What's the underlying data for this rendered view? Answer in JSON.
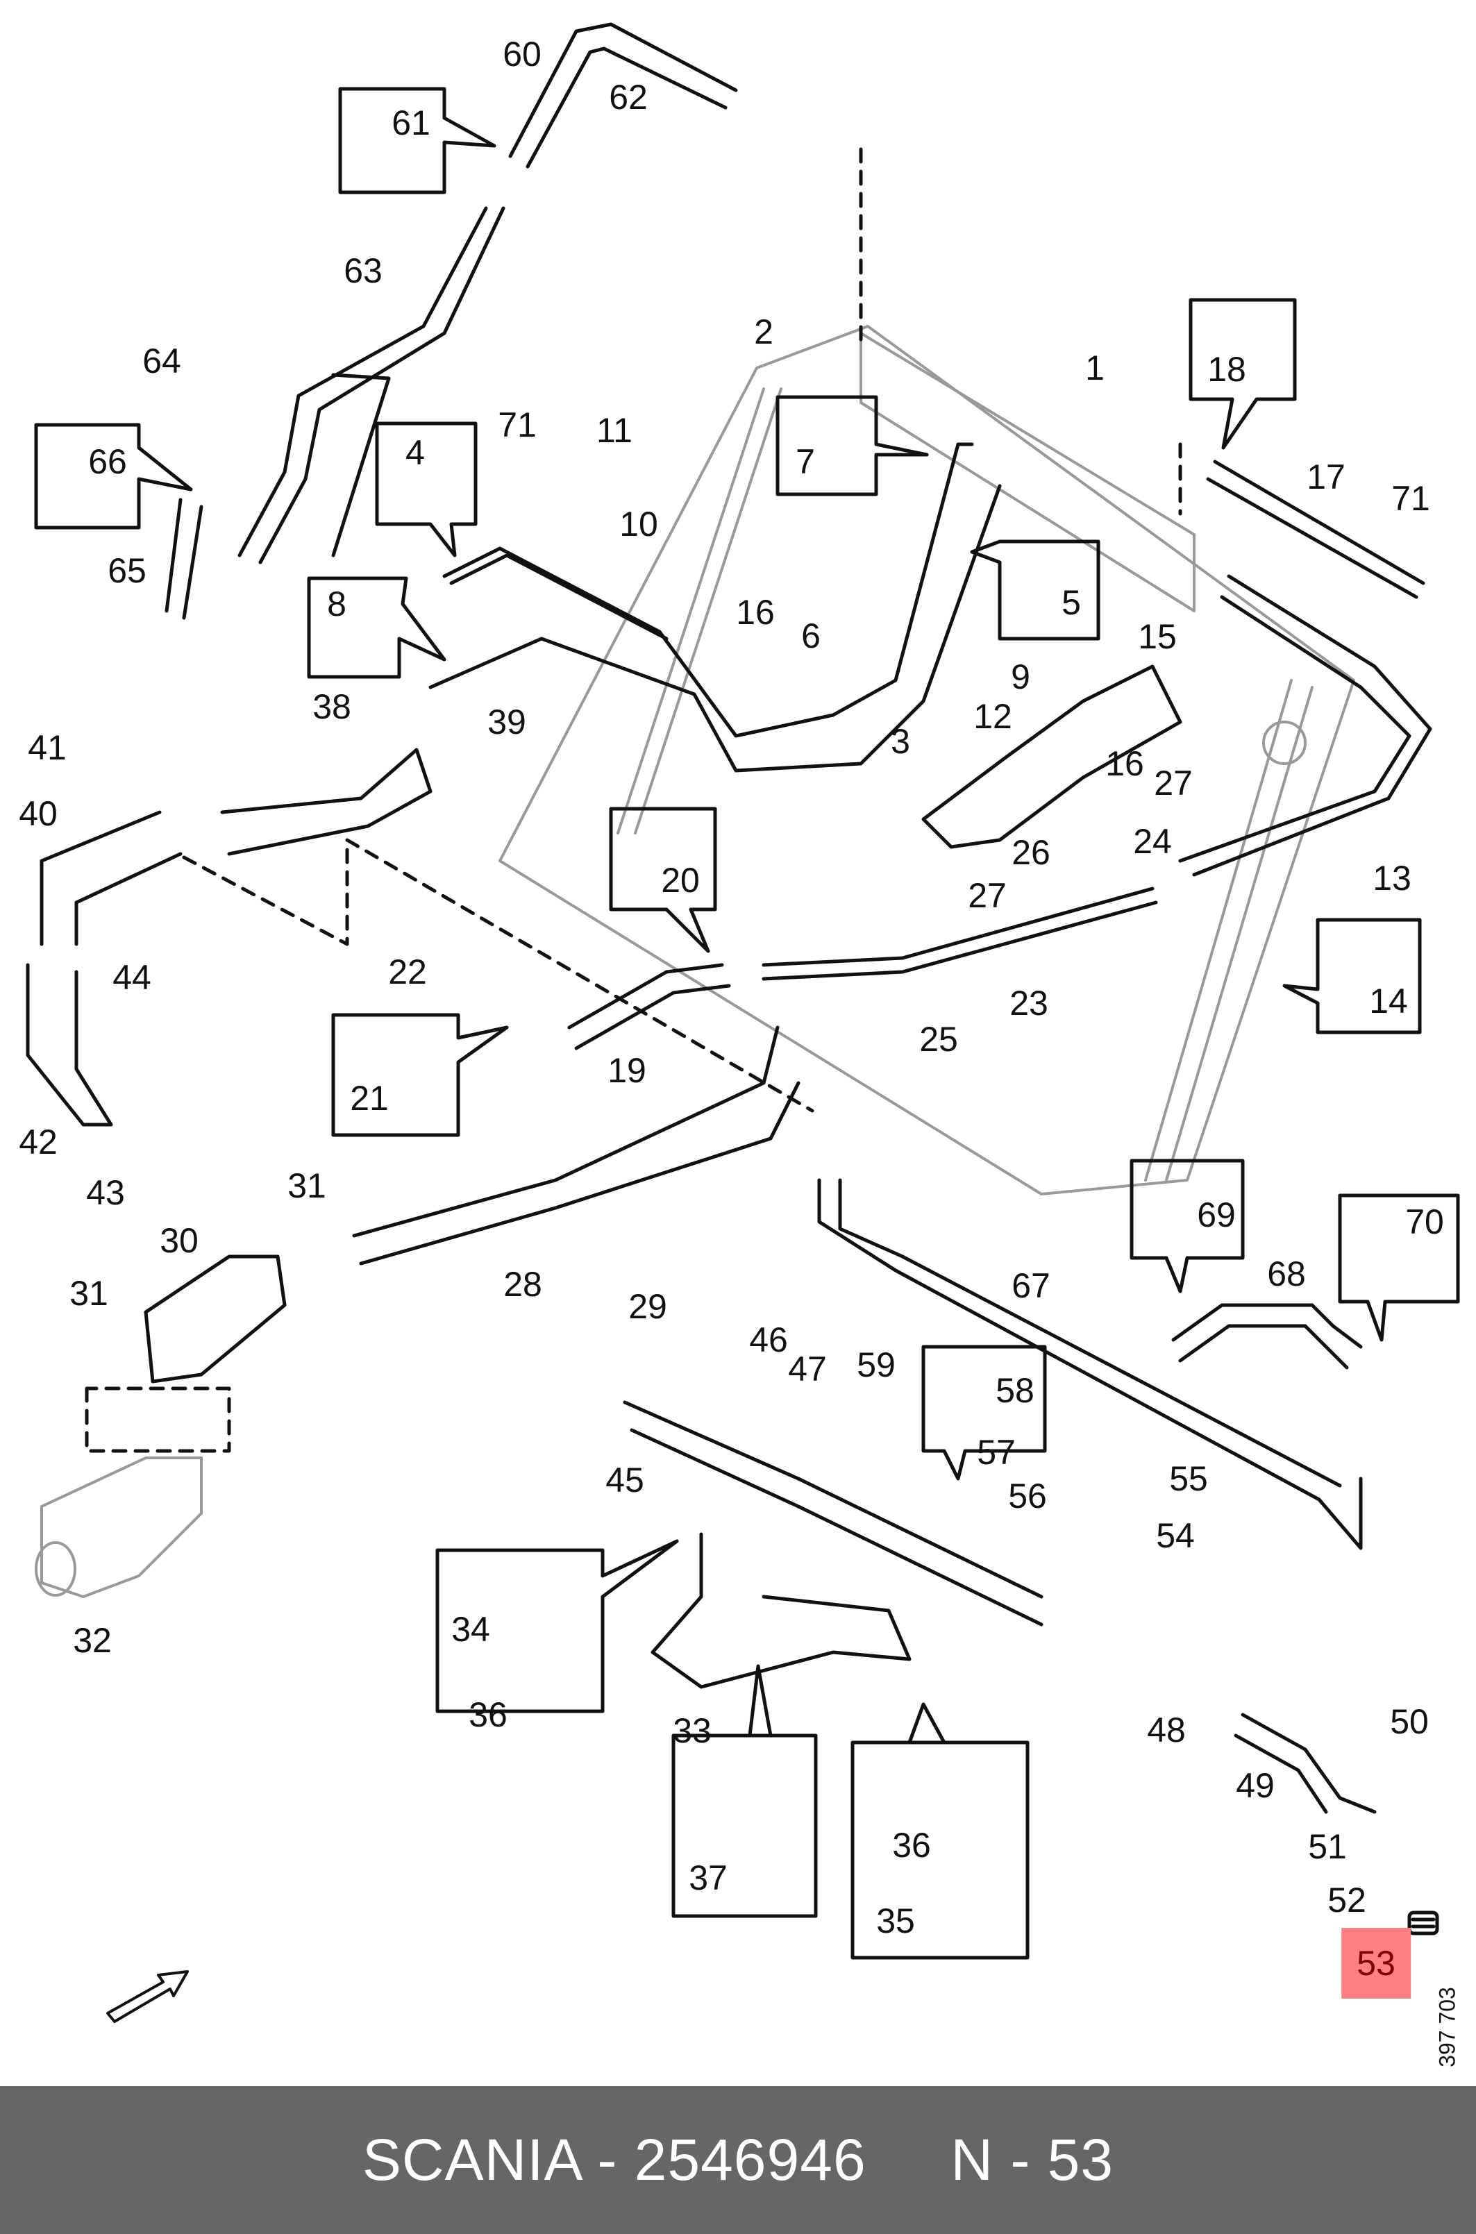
{
  "diagram": {
    "title": "Scania cooling system hoses and pipes exploded view",
    "highlighted_part": "53",
    "highlight_color": "#ff8080",
    "drawing_number": "397 703",
    "labels": [
      {
        "id": "1",
        "text": "1"
      },
      {
        "id": "2",
        "text": "2"
      },
      {
        "id": "3",
        "text": "3"
      },
      {
        "id": "4",
        "text": "4"
      },
      {
        "id": "5",
        "text": "5"
      },
      {
        "id": "6",
        "text": "6"
      },
      {
        "id": "7",
        "text": "7"
      },
      {
        "id": "8",
        "text": "8"
      },
      {
        "id": "9",
        "text": "9"
      },
      {
        "id": "10",
        "text": "10"
      },
      {
        "id": "11",
        "text": "11"
      },
      {
        "id": "12",
        "text": "12"
      },
      {
        "id": "13",
        "text": "13"
      },
      {
        "id": "14",
        "text": "14"
      },
      {
        "id": "15",
        "text": "15"
      },
      {
        "id": "16a",
        "text": "16"
      },
      {
        "id": "16b",
        "text": "16"
      },
      {
        "id": "17",
        "text": "17"
      },
      {
        "id": "18",
        "text": "18"
      },
      {
        "id": "19",
        "text": "19"
      },
      {
        "id": "20",
        "text": "20"
      },
      {
        "id": "21",
        "text": "21"
      },
      {
        "id": "22",
        "text": "22"
      },
      {
        "id": "23",
        "text": "23"
      },
      {
        "id": "24",
        "text": "24"
      },
      {
        "id": "25",
        "text": "25"
      },
      {
        "id": "26",
        "text": "26"
      },
      {
        "id": "27a",
        "text": "27"
      },
      {
        "id": "27b",
        "text": "27"
      },
      {
        "id": "28",
        "text": "28"
      },
      {
        "id": "29",
        "text": "29"
      },
      {
        "id": "30",
        "text": "30"
      },
      {
        "id": "31a",
        "text": "31"
      },
      {
        "id": "31b",
        "text": "31"
      },
      {
        "id": "32",
        "text": "32"
      },
      {
        "id": "33",
        "text": "33"
      },
      {
        "id": "34",
        "text": "34"
      },
      {
        "id": "35",
        "text": "35"
      },
      {
        "id": "36a",
        "text": "36"
      },
      {
        "id": "36b",
        "text": "36"
      },
      {
        "id": "37",
        "text": "37"
      },
      {
        "id": "38",
        "text": "38"
      },
      {
        "id": "39",
        "text": "39"
      },
      {
        "id": "40",
        "text": "40"
      },
      {
        "id": "41",
        "text": "41"
      },
      {
        "id": "42",
        "text": "42"
      },
      {
        "id": "43",
        "text": "43"
      },
      {
        "id": "44",
        "text": "44"
      },
      {
        "id": "45",
        "text": "45"
      },
      {
        "id": "46",
        "text": "46"
      },
      {
        "id": "47",
        "text": "47"
      },
      {
        "id": "48",
        "text": "48"
      },
      {
        "id": "49",
        "text": "49"
      },
      {
        "id": "50",
        "text": "50"
      },
      {
        "id": "51",
        "text": "51"
      },
      {
        "id": "52",
        "text": "52"
      },
      {
        "id": "53",
        "text": "53"
      },
      {
        "id": "54",
        "text": "54"
      },
      {
        "id": "55",
        "text": "55"
      },
      {
        "id": "56",
        "text": "56"
      },
      {
        "id": "57",
        "text": "57"
      },
      {
        "id": "58",
        "text": "58"
      },
      {
        "id": "59",
        "text": "59"
      },
      {
        "id": "60",
        "text": "60"
      },
      {
        "id": "61",
        "text": "61"
      },
      {
        "id": "62",
        "text": "62"
      },
      {
        "id": "63",
        "text": "63"
      },
      {
        "id": "64",
        "text": "64"
      },
      {
        "id": "65",
        "text": "65"
      },
      {
        "id": "66",
        "text": "66"
      },
      {
        "id": "67",
        "text": "67"
      },
      {
        "id": "68",
        "text": "68"
      },
      {
        "id": "69",
        "text": "69"
      },
      {
        "id": "70",
        "text": "70"
      },
      {
        "id": "71a",
        "text": "71"
      },
      {
        "id": "71b",
        "text": "71"
      }
    ]
  },
  "footer": {
    "brand": "SCANIA",
    "part_number": "2546946",
    "position": "N - 53",
    "text": "SCANIA - 2546946     N - 53"
  }
}
